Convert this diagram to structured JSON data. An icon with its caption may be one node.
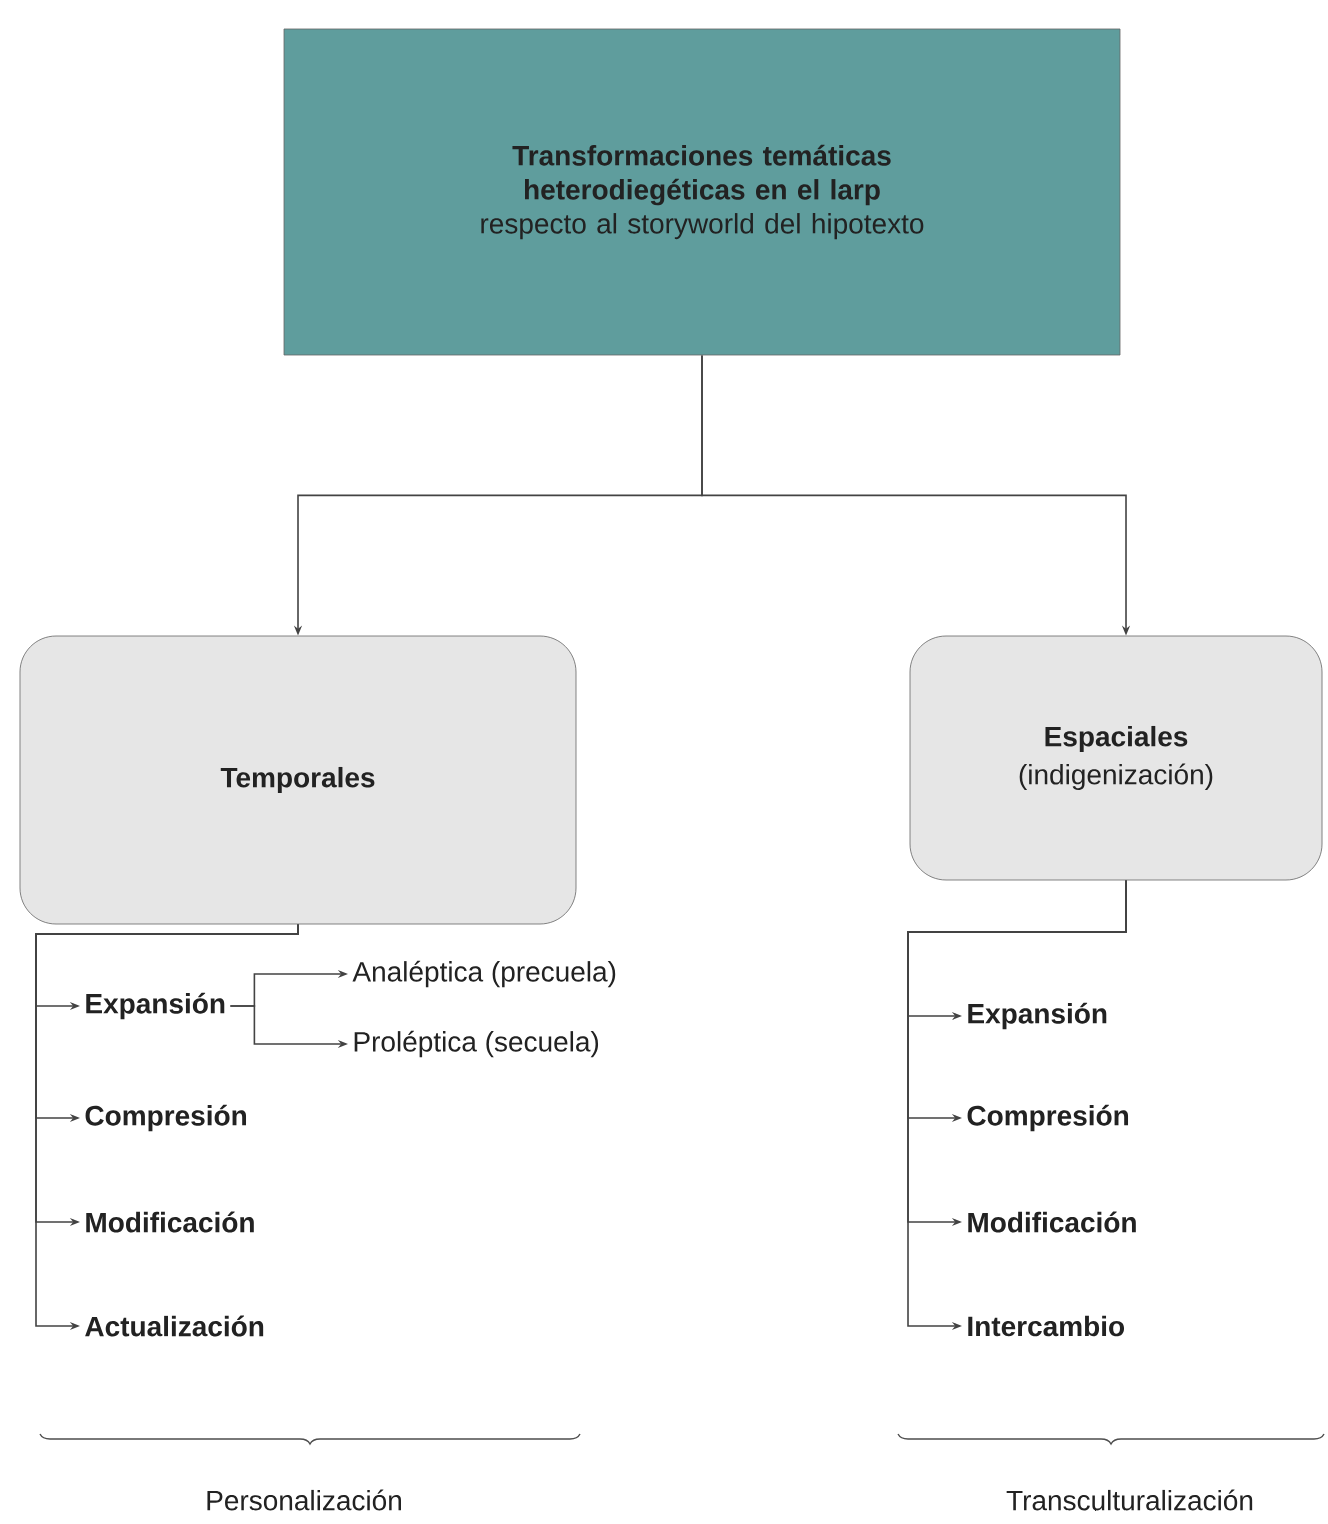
{
  "diagram": {
    "nodes": [
      {
        "text": [
          "Transformaciones temáticas heterodiegéticas en el larp",
          "respecto al storyworld del hipotexto"
        ]
      },
      {
        "text": [
          "Temporales"
        ]
      },
      {
        "text": [
          "Espaciales",
          "(indigenización)"
        ]
      },
      {
        "text": [
          "Expansión"
        ]
      },
      {
        "text": [
          "Analéptica (precuela)"
        ]
      },
      {
        "text": [
          "Proléptica (secuela)"
        ]
      },
      {
        "text": [
          "Compresión"
        ]
      },
      {
        "text": [
          "Modificación"
        ]
      },
      {
        "text": [
          "Actualización"
        ]
      },
      {
        "text": [
          "Expansión"
        ]
      },
      {
        "text": [
          "Compresión"
        ]
      },
      {
        "text": [
          "Modificación"
        ]
      },
      {
        "text": [
          "Intercambio"
        ]
      }
    ],
    "edges": [
      {
        "from": 0,
        "to": 1,
        "arrow": "to"
      },
      {
        "from": 0,
        "to": 2,
        "arrow": "to"
      },
      {
        "from": 1,
        "to": 3,
        "arrow": "to"
      },
      {
        "from": 3,
        "to": 4,
        "arrow": "to"
      },
      {
        "from": 3,
        "to": 5,
        "arrow": "to"
      },
      {
        "from": 1,
        "to": 6,
        "arrow": "to"
      },
      {
        "from": 1,
        "to": 7,
        "arrow": "to"
      },
      {
        "from": 1,
        "to": 8,
        "arrow": "to"
      },
      {
        "from": 2,
        "to": 9,
        "arrow": "to"
      },
      {
        "from": 2,
        "to": 10,
        "arrow": "to"
      },
      {
        "from": 2,
        "to": 11,
        "arrow": "to"
      },
      {
        "from": 2,
        "to": 12,
        "arrow": "to"
      }
    ],
    "labels": [
      "Personalización",
      "Transculturalización"
    ]
  }
}
